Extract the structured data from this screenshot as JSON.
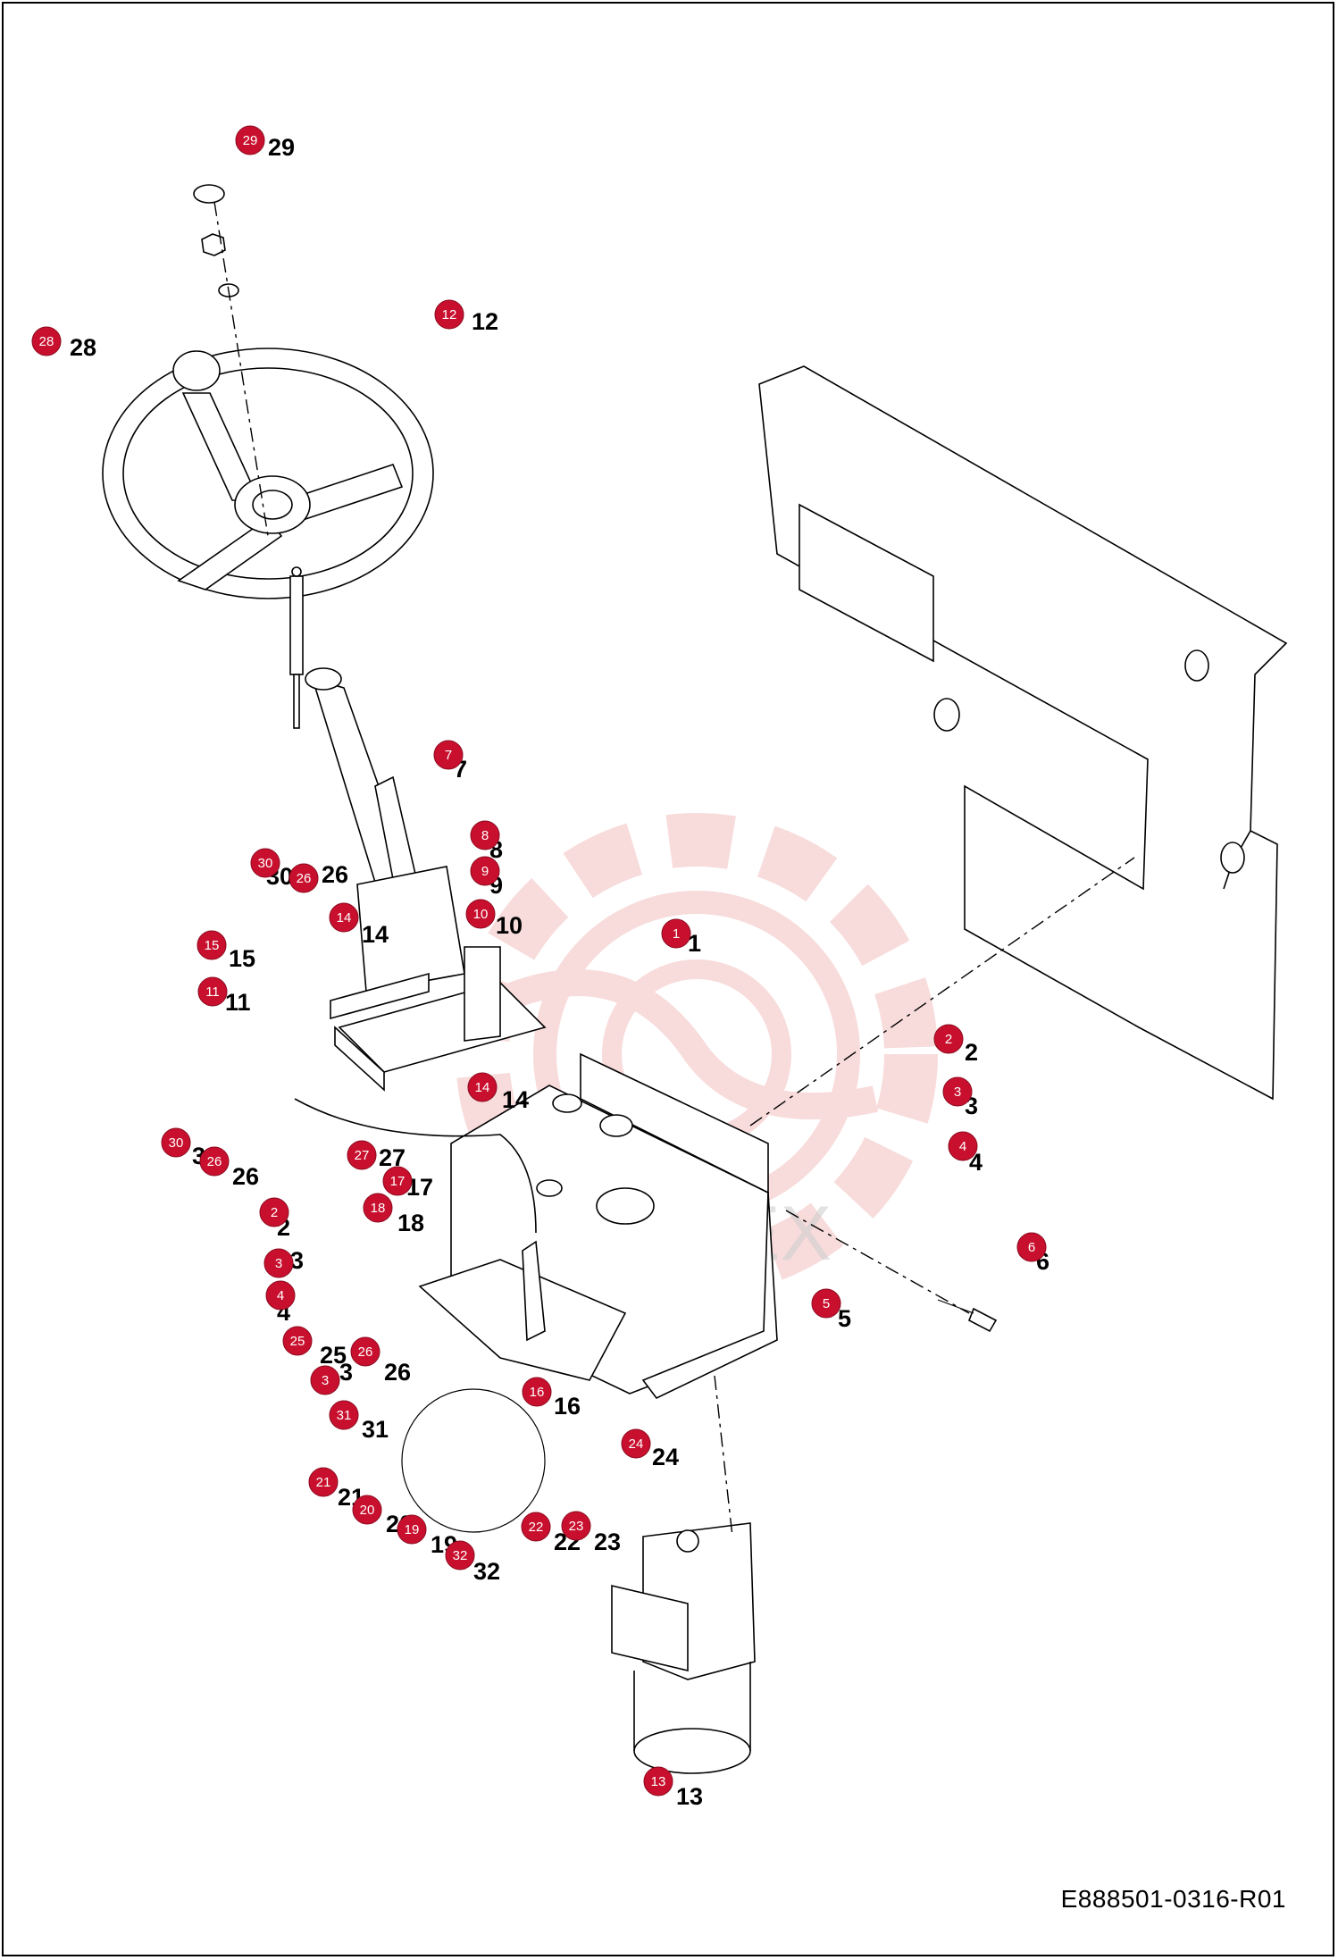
{
  "doc_code": "E888501-0316-R01",
  "watermark_text": "MHTEX",
  "accent_color": "#c8102e",
  "callouts": [
    {
      "id": "c29",
      "badge": "29",
      "label": "29"
    },
    {
      "id": "c28",
      "badge": "28",
      "label": "28"
    },
    {
      "id": "c12",
      "badge": "12",
      "label": "12"
    },
    {
      "id": "c7",
      "badge": "7",
      "label": "7"
    },
    {
      "id": "c8",
      "badge": "8",
      "label": "8"
    },
    {
      "id": "c9",
      "badge": "9",
      "label": "9"
    },
    {
      "id": "c10",
      "badge": "10",
      "label": "10"
    },
    {
      "id": "c30a",
      "badge": "30",
      "label": "30"
    },
    {
      "id": "c26a",
      "badge": "26",
      "label": "26"
    },
    {
      "id": "c14a",
      "badge": "14",
      "label": "14"
    },
    {
      "id": "c15",
      "badge": "15",
      "label": "15"
    },
    {
      "id": "c11",
      "badge": "11",
      "label": "11"
    },
    {
      "id": "c1",
      "badge": "1",
      "label": "1"
    },
    {
      "id": "c2a",
      "badge": "2",
      "label": "2"
    },
    {
      "id": "c3a",
      "badge": "3",
      "label": "3"
    },
    {
      "id": "c4a",
      "badge": "4",
      "label": "4"
    },
    {
      "id": "c14b",
      "badge": "14",
      "label": "14"
    },
    {
      "id": "c30b",
      "badge": "30",
      "label": "30"
    },
    {
      "id": "c26b",
      "badge": "26",
      "label": "26"
    },
    {
      "id": "c27",
      "badge": "27",
      "label": "27"
    },
    {
      "id": "c17",
      "badge": "17",
      "label": "17"
    },
    {
      "id": "c18",
      "badge": "18",
      "label": "18"
    },
    {
      "id": "c6",
      "badge": "6",
      "label": "6"
    },
    {
      "id": "c2b",
      "badge": "2",
      "label": "2"
    },
    {
      "id": "c3b",
      "badge": "3",
      "label": "3"
    },
    {
      "id": "c4b",
      "badge": "4",
      "label": "4"
    },
    {
      "id": "c5",
      "badge": "5",
      "label": "5"
    },
    {
      "id": "c25",
      "badge": "25",
      "label": "25"
    },
    {
      "id": "c26c",
      "badge": "26",
      "label": "26"
    },
    {
      "id": "c3c",
      "badge": "3",
      "label": "3"
    },
    {
      "id": "c16",
      "badge": "16",
      "label": "16"
    },
    {
      "id": "c31",
      "badge": "31",
      "label": "31"
    },
    {
      "id": "c24",
      "badge": "24",
      "label": "24"
    },
    {
      "id": "c21",
      "badge": "21",
      "label": "21"
    },
    {
      "id": "c20",
      "badge": "20",
      "label": "20"
    },
    {
      "id": "c19",
      "badge": "19",
      "label": "19"
    },
    {
      "id": "c32",
      "badge": "32",
      "label": "32"
    },
    {
      "id": "c22",
      "badge": "22",
      "label": "22"
    },
    {
      "id": "c23",
      "badge": "23",
      "label": "23"
    },
    {
      "id": "c13",
      "badge": "13",
      "label": "13"
    }
  ]
}
